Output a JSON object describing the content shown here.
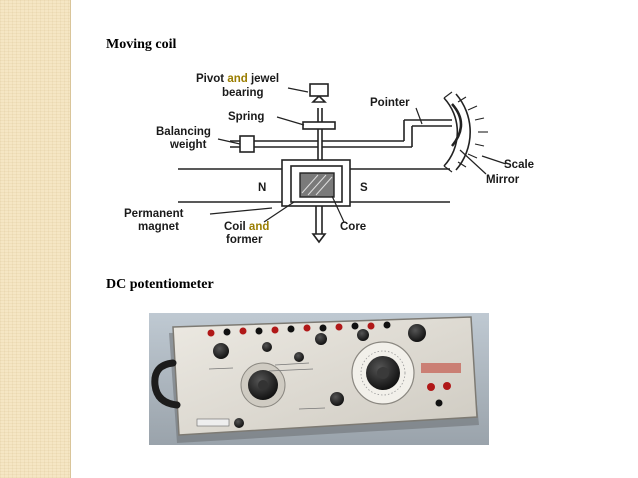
{
  "slide": {
    "section1_title": "Moving coil",
    "section2_title": "DC potentiometer"
  },
  "diagram": {
    "labels": {
      "pivot_a": "Pivot ",
      "pivot_and": "and",
      "pivot_b": " jewel",
      "bearing": "bearing",
      "spring": "Spring",
      "pointer": "Pointer",
      "balancing": "Balancing",
      "weight": "weight",
      "scale": "Scale",
      "mirror": "Mirror",
      "n_pole": "N",
      "s_pole": "S",
      "permanent": "Permanent",
      "magnet": "magnet",
      "coil_a": "Coil ",
      "coil_and": "and",
      "former": "former",
      "core": "Core"
    }
  },
  "colors": {
    "strip": "#f5e6c4",
    "highlight_text": "#9a7d00",
    "panel": "#e4e1da",
    "dial_black": "#161616",
    "terminal_red": "#b01818"
  }
}
